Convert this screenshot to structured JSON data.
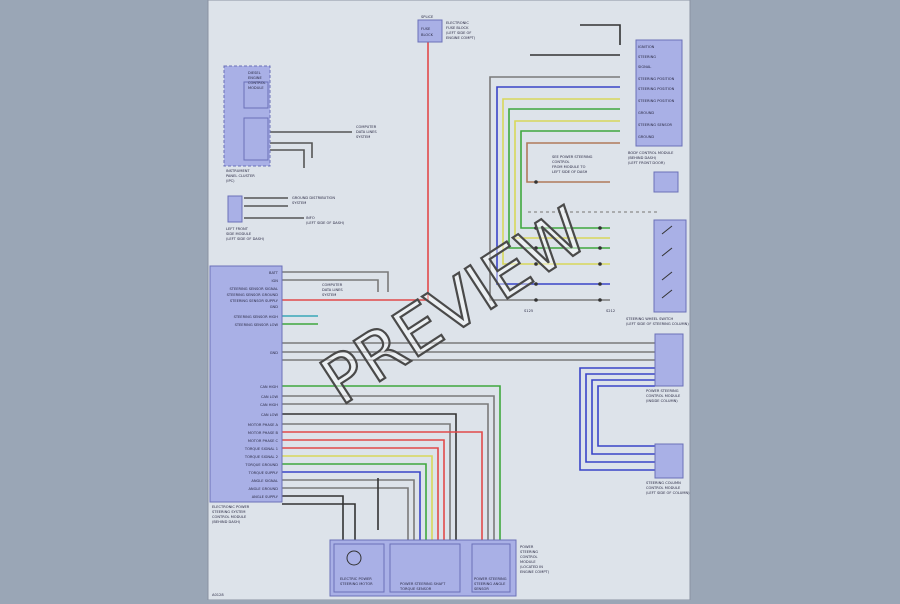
{
  "watermark": "PREVIEW",
  "colors": {
    "background": "#9aa6b6",
    "sheet": "#dde3ea",
    "module_fill": "#a9b0e6",
    "module_stroke": "#6a70b8",
    "wire_red": "#e24a4a",
    "wire_green": "#3ea83e",
    "wire_blue": "#3a44c8",
    "wire_yellow": "#d8d85a",
    "wire_gray": "#7a7a7a",
    "wire_black": "#333333",
    "wire_cyan": "#3aa8b8"
  },
  "modules": {
    "top_splice": [
      "SPLICE",
      "FUSE",
      "BLOCK"
    ],
    "top_splice_note": [
      "ELECTRONIC",
      "FUSE BLOCK",
      "(LEFT SIDE OF",
      "ENGINE COMPT)"
    ],
    "upper_left": [
      "DIESEL",
      "ENGINE",
      "CONTROL",
      "MODULE"
    ],
    "upper_left_caption": [
      "INSTRUMENT",
      "PANEL CLUSTER",
      "(IPC)"
    ],
    "small_left_caption": [
      "LEFT FRONT",
      "SIDE MODULE",
      "(LEFT SIDE OF DASH)"
    ],
    "right_top_caption": [
      "BODY CONTROL MODULE",
      "(BEHIND DASH)",
      "(LEFT FRONT DOOR)"
    ],
    "right_switch_caption": [
      "STEERING WHEEL SWITCH",
      "(LEFT SIDE OF STEERING COLUMN)"
    ],
    "right_mid_caption": [
      "POWER STEERING",
      "CONTROL MODULE",
      "(INSIDE COLUMN)"
    ],
    "right_low_caption": [
      "STEERING COLUMN",
      "CONTROL MODULE",
      "(LEFT SIDE OF COLUMN)"
    ],
    "main_left_caption": [
      "ELECTRONIC POWER",
      "STEERING SYSTEM",
      "CONTROL MODULE",
      "(BEHIND DASH)"
    ],
    "bottom_left_caption": [
      "ELECTRIC POWER",
      "STEERING MOTOR"
    ],
    "bottom_mid_caption": [
      "POWER STEERING SHAFT",
      "TORQUE SENSOR"
    ],
    "bottom_right_caption": [
      "POWER STEERING",
      "STEERING ANGLE",
      "SENSOR"
    ],
    "bottom_right_note": [
      "POWER",
      "STEERING",
      "CONTROL",
      "MODULE",
      "(LOCATED IN",
      "ENGINE COMPT)"
    ]
  },
  "right_labels": [
    "IGNITION",
    "STEERING",
    "SIGNAL",
    "STEERING POSITION",
    "STEERING POSITION",
    "STEERING POSITION",
    "GROUND",
    "STEERING SENSOR",
    "GROUND"
  ],
  "left_pin_labels": [
    "BATT",
    "IGN",
    "STEERING SENSOR SIGNAL",
    "STEERING SENSOR GROUND",
    "STEERING SENSOR SUPPLY",
    "GND",
    "STEERING SENSOR HIGH",
    "STEERING SENSOR LOW",
    "GND",
    "CAN HIGH",
    "CAN LOW",
    "CAN HIGH",
    "CAN LOW",
    "MOTOR PHASE A",
    "MOTOR PHASE B",
    "MOTOR PHASE C",
    "TORQUE SIGNAL 1",
    "TORQUE SIGNAL 2",
    "TORQUE GROUND",
    "TORQUE SUPPLY",
    "ANGLE SIGNAL",
    "ANGLE GROUND",
    "ANGLE SUPPLY"
  ],
  "misc_labels": {
    "to_ipc_1": [
      "COMPUTER",
      "DATA LINES",
      "SYSTEM"
    ],
    "to_ipc_2": [
      "COMPUTER",
      "DATA LINES",
      "SYSTEM"
    ],
    "to_ground": [
      "GROUND DISTRIBUTION",
      "SYSTEM"
    ],
    "to_info": [
      "INFO",
      "(LEFT SIDE OF DASH)"
    ],
    "center_note": [
      "SEE POWER STEERING",
      "CONTROL",
      "FROM MODULE TO",
      "LEFT SIDE OF DASH"
    ],
    "corner_code": "A0128",
    "splice_label": "S125",
    "splice_label_2": "S212"
  }
}
